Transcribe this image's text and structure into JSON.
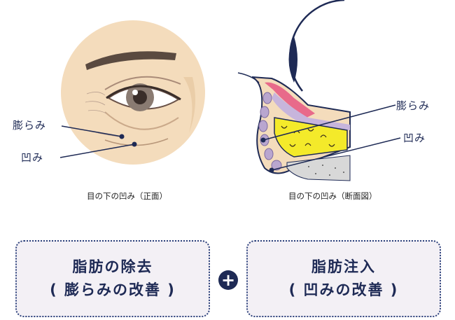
{
  "front_view": {
    "label_bulge": "膨らみ",
    "label_hollow": "凹み",
    "caption": "目の下の凹み（正面）"
  },
  "section_view": {
    "label_bulge": "膨らみ",
    "label_hollow": "凹み",
    "caption": "目の下の凹み（断面図）"
  },
  "treatments": [
    {
      "line1": "脂肪の除去",
      "line2": "( 膨らみの改善 )"
    },
    {
      "line1": "脂肪注入",
      "line2": "( 凹みの改善 )"
    }
  ],
  "plus_symbol": "+",
  "colors": {
    "navy": "#1e2a55",
    "skin": "#f4dcbc",
    "fat_yellow": "#f4ea2a",
    "muscle_pink": "#e86a8a",
    "septum_purple": "#b9a6cf",
    "box_fill": "#f3f0f5"
  }
}
